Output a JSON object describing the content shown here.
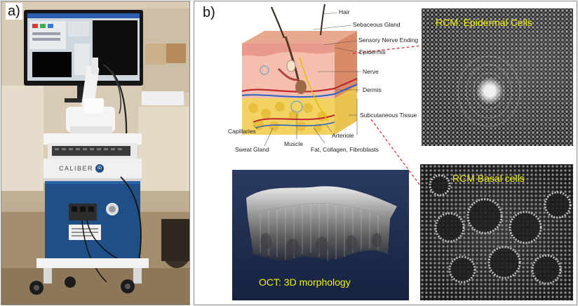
{
  "panel_a": {
    "letter": "a)",
    "brand_text": "CALIBER",
    "brand_badge": "ID"
  },
  "panel_b": {
    "letter": "b)",
    "skin_labels": {
      "hair": "Hair",
      "sebaceous_gland": "Sebaceous Gland",
      "sensory_nerve_ending": "Sensory Nerve Ending",
      "epidermis": "Epidermis",
      "nerve": "Nerve",
      "dermis": "Dermis",
      "subcutaneous_tissue": "Subcutaneous Tissue",
      "capillaries": "Capillaries",
      "arteriole": "Arteriole",
      "sweat_gland": "Sweat Gland",
      "muscle": "Muscle",
      "fat_collagen": "Fat, Collagen, Fibroblasts"
    },
    "captions": {
      "rcm_epidermal": "RCM: Epidermal Cells",
      "rcm_basal": "RCM Basal cells",
      "oct_3d": "OCT: 3D morphology"
    },
    "colors": {
      "caption_yellow": "#f2f20c",
      "arrow_red": "#e0292b"
    }
  }
}
